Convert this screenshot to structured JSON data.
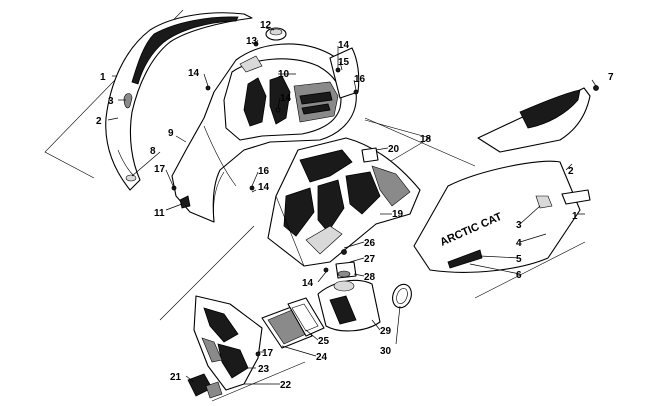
{
  "callouts": [
    {
      "id": "c1a",
      "label": "1"
    },
    {
      "id": "c1b",
      "label": "1"
    },
    {
      "id": "c2a",
      "label": "2"
    },
    {
      "id": "c2b",
      "label": "2"
    },
    {
      "id": "c3a",
      "label": "3"
    },
    {
      "id": "c3b",
      "label": "3"
    },
    {
      "id": "c4",
      "label": "4"
    },
    {
      "id": "c5",
      "label": "5"
    },
    {
      "id": "c6",
      "label": "6"
    },
    {
      "id": "c7",
      "label": "7"
    },
    {
      "id": "c8",
      "label": "8"
    },
    {
      "id": "c9",
      "label": "9"
    },
    {
      "id": "c10",
      "label": "10"
    },
    {
      "id": "c11",
      "label": "11"
    },
    {
      "id": "c12",
      "label": "12"
    },
    {
      "id": "c13",
      "label": "13"
    },
    {
      "id": "c14a",
      "label": "14"
    },
    {
      "id": "c14b",
      "label": "14"
    },
    {
      "id": "c14c",
      "label": "14"
    },
    {
      "id": "c14d",
      "label": "14"
    },
    {
      "id": "c14e",
      "label": "14"
    },
    {
      "id": "c15",
      "label": "15"
    },
    {
      "id": "c16a",
      "label": "16"
    },
    {
      "id": "c16b",
      "label": "16"
    },
    {
      "id": "c17a",
      "label": "17"
    },
    {
      "id": "c17b",
      "label": "17"
    },
    {
      "id": "c18",
      "label": "18"
    },
    {
      "id": "c19",
      "label": "19"
    },
    {
      "id": "c20",
      "label": "20"
    },
    {
      "id": "c21",
      "label": "21"
    },
    {
      "id": "c22",
      "label": "22"
    },
    {
      "id": "c23",
      "label": "23"
    },
    {
      "id": "c24",
      "label": "24"
    },
    {
      "id": "c25",
      "label": "25"
    },
    {
      "id": "c26",
      "label": "26"
    },
    {
      "id": "c27",
      "label": "27"
    },
    {
      "id": "c28",
      "label": "28"
    },
    {
      "id": "c29",
      "label": "29"
    },
    {
      "id": "c30",
      "label": "30"
    }
  ],
  "decal_text": "ARCTIC CAT",
  "colors": {
    "ink": "#000000",
    "paper": "#ffffff",
    "shade": "#1a1a1a"
  }
}
